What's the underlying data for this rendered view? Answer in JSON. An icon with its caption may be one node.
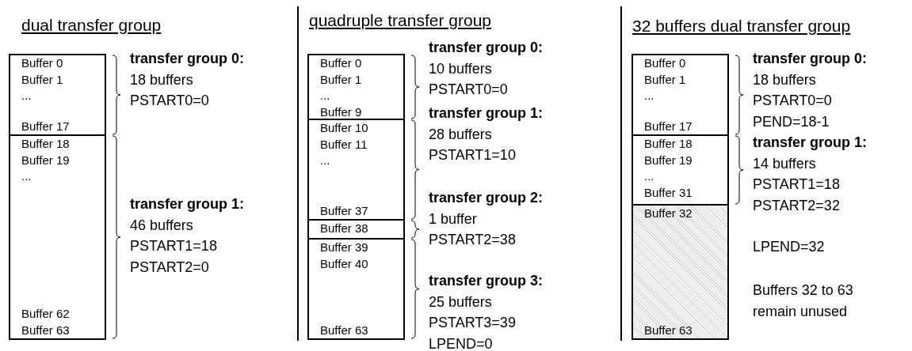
{
  "diagram": {
    "nodes": [
      {
        "text": [
          "Buffer 0",
          "Buffer 1",
          "...",
          "Buffer 17"
        ],
        "beside": [
          "transfer group 0:",
          "18 buffers",
          "PSTART0=0"
        ]
      },
      {
        "text": [
          "Buffer 18",
          "Buffer 19",
          "...",
          "Buffer 62",
          "Buffer 63"
        ],
        "beside": [
          "transfer group 1:",
          "46 buffers",
          "PSTART1=18",
          "PSTART2=0"
        ]
      },
      {
        "text": [
          "Buffer 0",
          "Buffer 1",
          "...",
          "Buffer 9"
        ],
        "beside": [
          "transfer group 0:",
          "10 buffers",
          "PSTART0=0"
        ]
      },
      {
        "text": [
          "Buffer 10",
          "Buffer 11",
          "...",
          "Buffer 37"
        ],
        "beside": [
          "transfer group 1:",
          "28 buffers",
          "PSTART1=10"
        ]
      },
      {
        "text": [
          "Buffer 38"
        ],
        "beside": [
          "transfer group 2:",
          "1 buffer",
          "PSTART2=38"
        ]
      },
      {
        "text": [
          "Buffer 39",
          "Buffer 40",
          "Buffer 63"
        ],
        "beside": [
          "transfer group 3:",
          "25 buffers",
          "PSTART3=39",
          "LPEND=0"
        ]
      },
      {
        "text": [
          "Buffer 0",
          "Buffer 1",
          "...",
          "Buffer 17"
        ],
        "beside": [
          "transfer group 0:",
          "18 buffers",
          "PSTART0=0",
          "PEND=18-1"
        ]
      },
      {
        "text": [
          "Buffer 18",
          "Buffer 19",
          "...",
          "Buffer 31"
        ],
        "beside": [
          "transfer group 1:",
          "14 buffers",
          "PSTART1=18",
          "PSTART2=32"
        ]
      },
      {
        "text": [
          "Buffer 32",
          "Buffer 63"
        ],
        "beside": [
          "LPEND=32",
          "Buffers 32 to 63 remain unused"
        ]
      }
    ],
    "labels": [
      "dual transfer group",
      "quadruple transfer group",
      "32 buffers dual transfer group"
    ]
  }
}
